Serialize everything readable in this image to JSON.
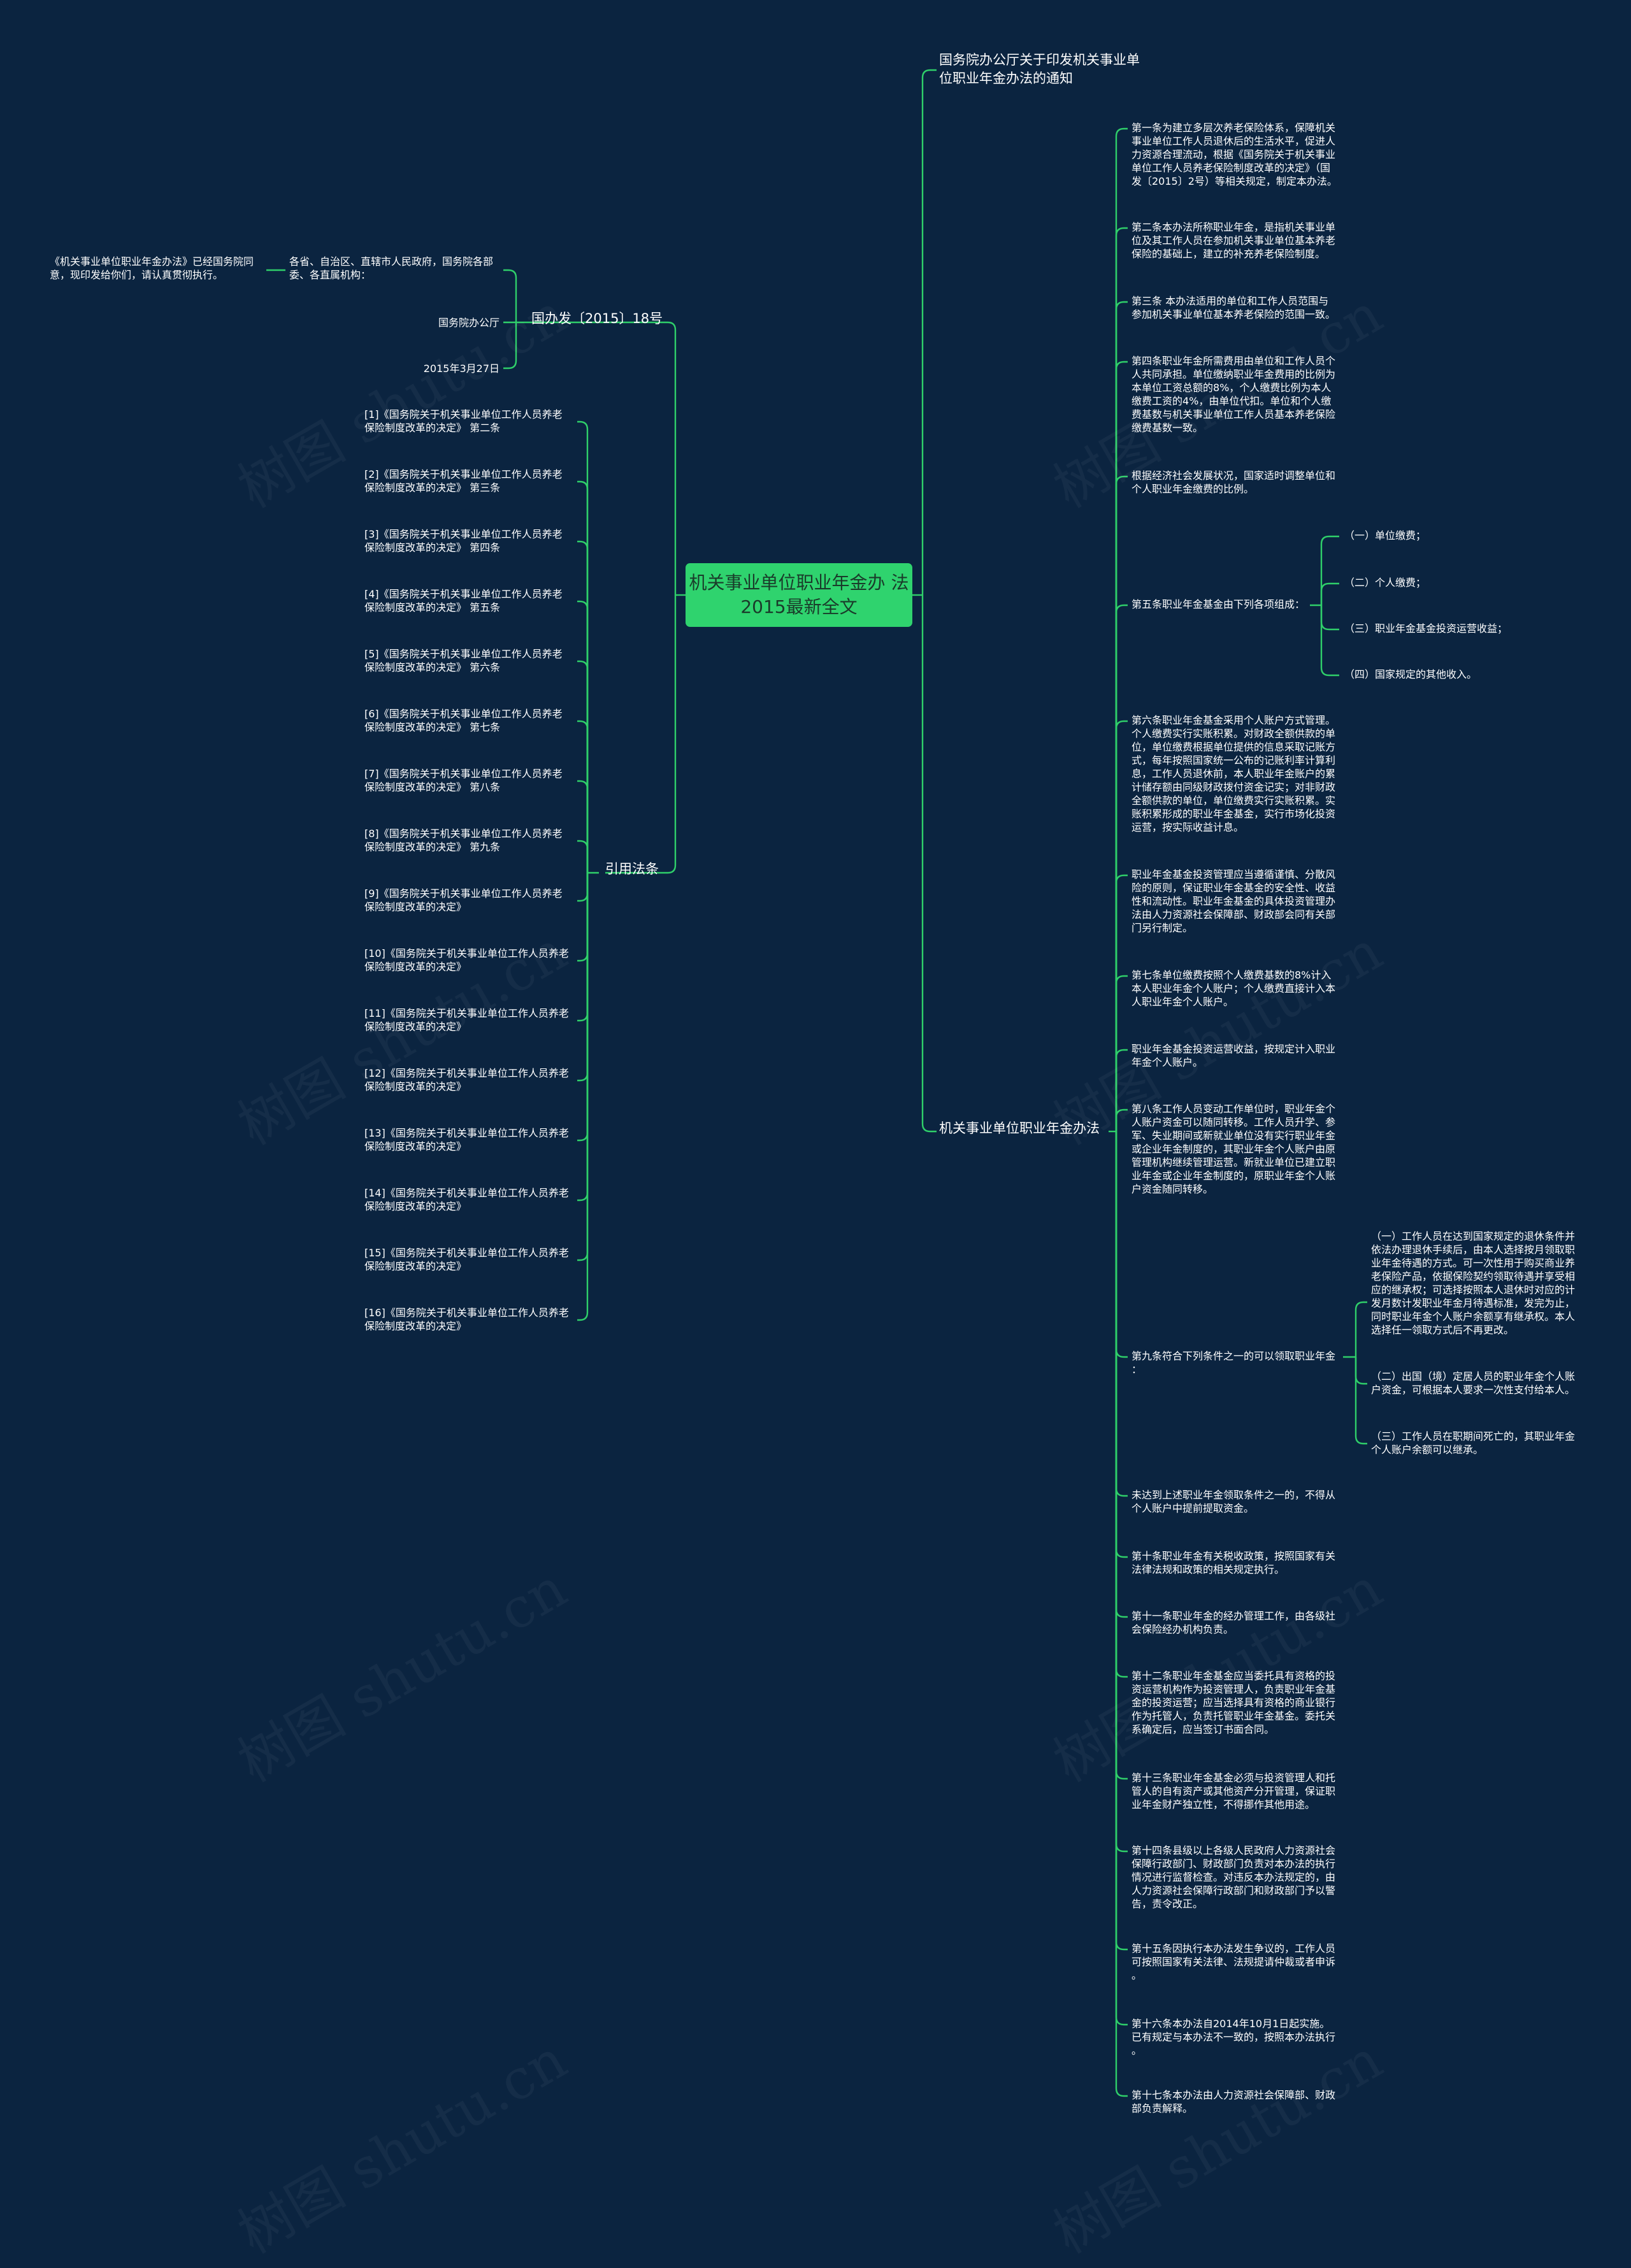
{
  "root": {
    "text": "机关事业单位职业年金办\n法2015最新全文"
  },
  "branches": {
    "notice": "国务院办公厅关于印发机关事业单\n位职业年金办法的通知",
    "docno": "国办发〔2015〕18号",
    "refs": "引用法条",
    "law": "机关事业单位职业年金办法"
  },
  "docno_children": {
    "recipient": "各省、自治区、直辖市人民政府，国务院各部\n委、各直属机构：",
    "recipient_child": "《机关事业单位职业年金办法》已经国务院同\n意，现印发给你们，请认真贯彻执行。",
    "office": "国务院办公厅",
    "date": "2015年3月27日"
  },
  "refs_items": [
    "[1]《国务院关于机关事业单位工作人员养老\n保险制度改革的决定》 第二条",
    "[2]《国务院关于机关事业单位工作人员养老\n保险制度改革的决定》 第三条",
    "[3]《国务院关于机关事业单位工作人员养老\n保险制度改革的决定》 第四条",
    "[4]《国务院关于机关事业单位工作人员养老\n保险制度改革的决定》 第五条",
    "[5]《国务院关于机关事业单位工作人员养老\n保险制度改革的决定》 第六条",
    "[6]《国务院关于机关事业单位工作人员养老\n保险制度改革的决定》 第七条",
    "[7]《国务院关于机关事业单位工作人员养老\n保险制度改革的决定》 第八条",
    "[8]《国务院关于机关事业单位工作人员养老\n保险制度改革的决定》 第九条",
    "[9]《国务院关于机关事业单位工作人员养老\n保险制度改革的决定》",
    "[10]《国务院关于机关事业单位工作人员养老\n保险制度改革的决定》",
    "[11]《国务院关于机关事业单位工作人员养老\n保险制度改革的决定》",
    "[12]《国务院关于机关事业单位工作人员养老\n保险制度改革的决定》",
    "[13]《国务院关于机关事业单位工作人员养老\n保险制度改革的决定》",
    "[14]《国务院关于机关事业单位工作人员养老\n保险制度改革的决定》",
    "[15]《国务院关于机关事业单位工作人员养老\n保险制度改革的决定》",
    "[16]《国务院关于机关事业单位工作人员养老\n保险制度改革的决定》"
  ],
  "law_items": [
    "第一条为建立多层次养老保险体系，保障机关\n事业单位工作人员退休后的生活水平，促进人\n力资源合理流动，根据《国务院关于机关事业\n单位工作人员养老保险制度改革的决定》（国\n发〔2015〕2号）等相关规定，制定本办法。",
    "第二条本办法所称职业年金，是指机关事业单\n位及其工作人员在参加机关事业单位基本养老\n保险的基础上，建立的补充养老保险制度。",
    "第三条 本办法适用的单位和工作人员范围与\n参加机关事业单位基本养老保险的范围一致。",
    "第四条职业年金所需费用由单位和工作人员个\n人共同承担。单位缴纳职业年金费用的比例为\n本单位工资总额的8%，个人缴费比例为本人\n缴费工资的4%，由单位代扣。单位和个人缴\n费基数与机关事业单位工作人员基本养老保险\n缴费基数一致。",
    "根据经济社会发展状况，国家适时调整单位和\n个人职业年金缴费的比例。",
    "第五条职业年金基金由下列各项组成：",
    "第六条职业年金基金采用个人账户方式管理。\n个人缴费实行实账积累。对财政全额供款的单\n位，单位缴费根据单位提供的信息采取记账方\n式，每年按照国家统一公布的记账利率计算利\n息，工作人员退休前，本人职业年金账户的累\n计储存额由同级财政拨付资金记实；对非财政\n全额供款的单位，单位缴费实行实账积累。实\n账积累形成的职业年金基金，实行市场化投资\n运营，按实际收益计息。",
    "职业年金基金投资管理应当遵循谨慎、分散风\n险的原则，保证职业年金基金的安全性、收益\n性和流动性。职业年金基金的具体投资管理办\n法由人力资源社会保障部、财政部会同有关部\n门另行制定。",
    "第七条单位缴费按照个人缴费基数的8%计入\n本人职业年金个人账户；个人缴费直接计入本\n人职业年金个人账户。",
    "职业年金基金投资运营收益，按规定计入职业\n年金个人账户。",
    "第八条工作人员变动工作单位时，职业年金个\n人账户资金可以随同转移。工作人员升学、参\n军、失业期间或新就业单位没有实行职业年金\n或企业年金制度的，其职业年金个人账户由原\n管理机构继续管理运营。新就业单位已建立职\n业年金或企业年金制度的，原职业年金个人账\n户资金随同转移。",
    "第九条符合下列条件之一的可以领取职业年金\n：",
    "未达到上述职业年金领取条件之一的，不得从\n个人账户中提前提取资金。",
    "第十条职业年金有关税收政策，按照国家有关\n法律法规和政策的相关规定执行。",
    "第十一条职业年金的经办管理工作，由各级社\n会保险经办机构负责。",
    "第十二条职业年金基金应当委托具有资格的投\n资运营机构作为投资管理人，负责职业年金基\n金的投资运营；应当选择具有资格的商业银行\n作为托管人，负责托管职业年金基金。委托关\n系确定后，应当签订书面合同。",
    "第十三条职业年金基金必须与投资管理人和托\n管人的自有资产或其他资产分开管理，保证职\n业年金财产独立性，不得挪作其他用途。",
    "第十四条县级以上各级人民政府人力资源社会\n保障行政部门、财政部门负责对本办法的执行\n情况进行监督检查。对违反本办法规定的，由\n人力资源社会保障行政部门和财政部门予以警\n告，责令改正。",
    "第十五条因执行本办法发生争议的，工作人员\n可按照国家有关法律、法规提请仲裁或者申诉\n。",
    "第十六条本办法自2014年10月1日起实施。\n已有规定与本办法不一致的，按照本办法执行\n。",
    "第十七条本办法由人力资源社会保障部、财政\n部负责解释。"
  ],
  "fund_items": [
    "（一）单位缴费；",
    "（二）个人缴费；",
    "（三）职业年金基金投资运营收益；",
    "（四）国家规定的其他收入。"
  ],
  "collect_items": [
    "（一）工作人员在达到国家规定的退休条件并\n依法办理退休手续后，由本人选择按月领取职\n业年金待遇的方式。可一次性用于购买商业养\n老保险产品，依据保险契约领取待遇并享受相\n应的继承权；可选择按照本人退休时对应的计\n发月数计发职业年金月待遇标准，发完为止，\n同时职业年金个人账户余额享有继承权。本人\n选择任一领取方式后不再更改。",
    "（二）出国（境）定居人员的职业年金个人账\n户资金，可根据本人要求一次性支付给本人。",
    "（三）工作人员在职期间死亡的，其职业年金\n个人账户余额可以继承。"
  ],
  "watermark": "树图 shutu.cn",
  "colors": {
    "background": "#0b2440",
    "line": "#2fcf6a",
    "root": "#2fd36e"
  }
}
